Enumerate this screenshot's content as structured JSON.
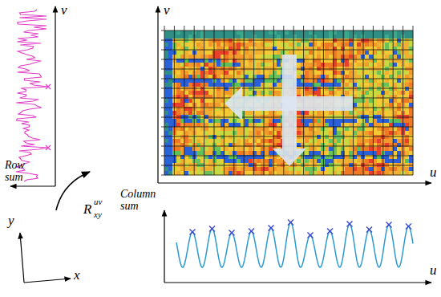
{
  "diagram": {
    "labels": [
      "v",
      "Row sum",
      "v",
      "u",
      "Column sum",
      "u",
      "R",
      "uv",
      "xy",
      "y",
      "x"
    ]
  }
}
